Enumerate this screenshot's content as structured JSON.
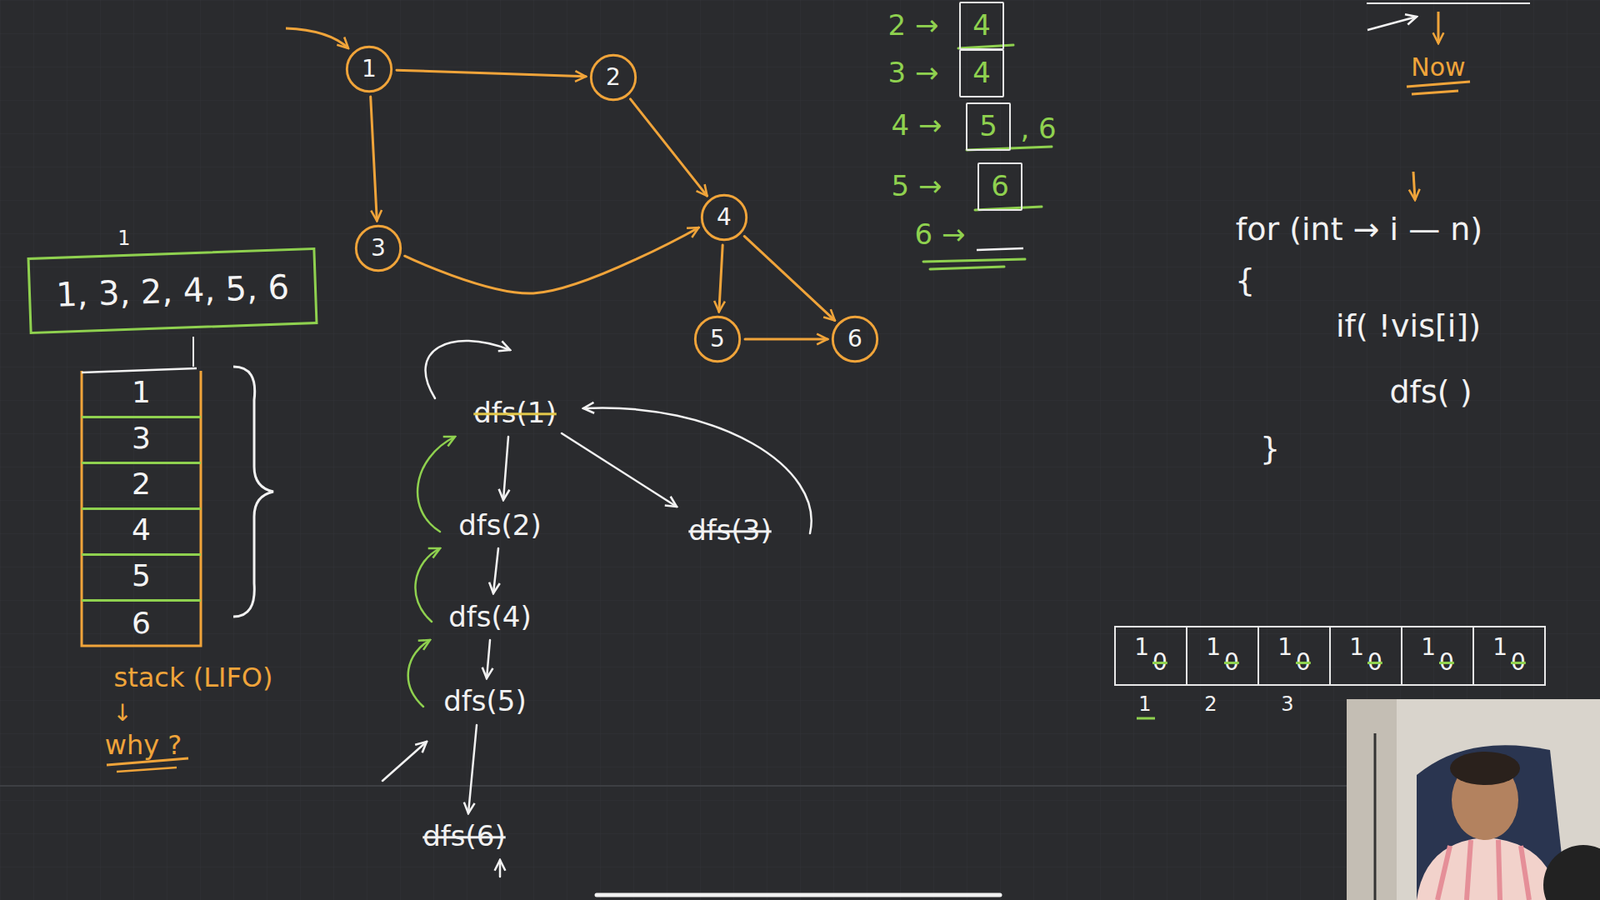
{
  "diagram": {
    "nodes": [
      {
        "text": [
          "1"
        ]
      },
      {
        "text": [
          "2"
        ]
      },
      {
        "text": [
          "3"
        ]
      },
      {
        "text": [
          "4"
        ]
      },
      {
        "text": [
          "5"
        ]
      },
      {
        "text": [
          "6"
        ]
      },
      {
        "text": [
          "4"
        ]
      },
      {
        "text": [
          "4"
        ]
      },
      {
        "text": [
          "5"
        ]
      },
      {
        "text": [
          "6"
        ]
      },
      {
        "text": [
          "1, 3, 2, 4, 5, 6"
        ]
      },
      {
        "text": [
          "1"
        ]
      },
      {
        "text": [
          "3"
        ]
      },
      {
        "text": [
          "2"
        ]
      },
      {
        "text": [
          "4"
        ]
      },
      {
        "text": [
          "5"
        ]
      },
      {
        "text": [
          "6"
        ]
      },
      {
        "text": [
          "1",
          "0"
        ]
      },
      {
        "text": [
          "1",
          "0"
        ]
      },
      {
        "text": [
          "1",
          "0"
        ]
      },
      {
        "text": [
          "1",
          "0"
        ]
      },
      {
        "text": [
          "1",
          "0"
        ]
      },
      {
        "text": [
          "1",
          "0"
        ]
      }
    ],
    "edges": [
      {
        "from": 0,
        "to": 1,
        "arrow": "to"
      },
      {
        "from": 0,
        "to": 2,
        "arrow": "to"
      },
      {
        "from": 1,
        "to": 3,
        "arrow": "to"
      },
      {
        "from": 2,
        "to": 3,
        "arrow": "to"
      },
      {
        "from": 3,
        "to": 4,
        "arrow": "to"
      },
      {
        "from": 3,
        "to": 5,
        "arrow": "to"
      },
      {
        "from": 4,
        "to": 5,
        "arrow": "to"
      }
    ],
    "labels": [
      "2 →",
      "3 →",
      "4 →",
      ", 6",
      "5 →",
      "6 →",
      "Now",
      "for (int → i — n)",
      "{",
      "if( !vis[i])",
      "dfs( )",
      "}",
      "1",
      "dfs(1)",
      "dfs(2)",
      "dfs(3)",
      "dfs(4)",
      "dfs(5)",
      "dfs(6)",
      "stack (LIFO)",
      "↓",
      "why ?",
      "1",
      "2",
      "3"
    ]
  }
}
